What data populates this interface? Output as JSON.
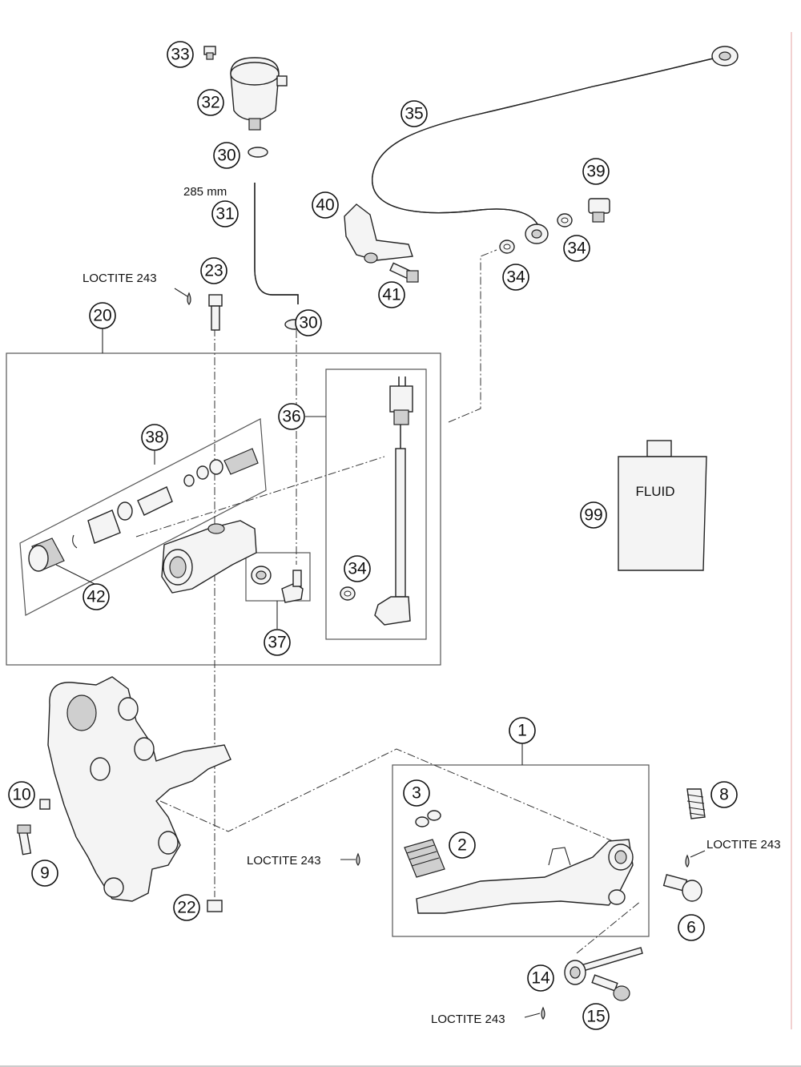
{
  "callouts": {
    "c1": "1",
    "c2": "2",
    "c3": "3",
    "c6": "6",
    "c8": "8",
    "c9": "9",
    "c10": "10",
    "c14": "14",
    "c15": "15",
    "c20": "20",
    "c22": "22",
    "c23": "23",
    "c30a": "30",
    "c30b": "30",
    "c31": "31",
    "c32": "32",
    "c33": "33",
    "c34a": "34",
    "c34b": "34",
    "c34c": "34",
    "c35": "35",
    "c36": "36",
    "c37": "37",
    "c38": "38",
    "c39": "39",
    "c40": "40",
    "c41": "41",
    "c42": "42",
    "c99": "99"
  },
  "labels": {
    "loctite_23": "LOCTITE 243",
    "loctite_3": "LOCTITE 243",
    "loctite_6": "LOCTITE 243",
    "loctite_15": "LOCTITE 243",
    "hose_length": "285 mm",
    "fluid": "FLUID"
  }
}
